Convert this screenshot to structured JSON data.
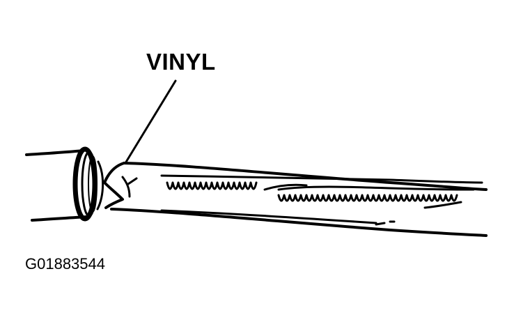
{
  "diagram": {
    "callout_label": "VINYL",
    "figure_id": "G01883544",
    "colors": {
      "ink": "#000000",
      "background": "#ffffff"
    },
    "parts": [
      {
        "name": "pipe-section",
        "description": "cylindrical pipe on left"
      },
      {
        "name": "pipe-rim",
        "description": "circular end rim of pipe"
      },
      {
        "name": "vinyl-tube",
        "description": "vinyl hose with serrated/ribbed interior inserted toward pipe"
      }
    ]
  }
}
